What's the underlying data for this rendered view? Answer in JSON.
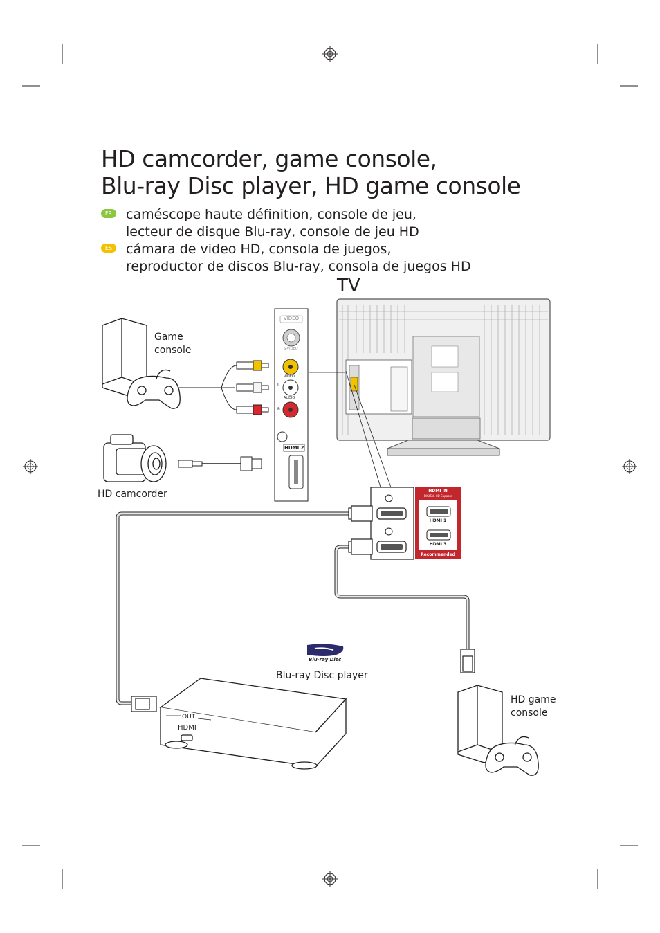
{
  "title": {
    "line1": "HD camcorder, game console,",
    "line2": "Blu-ray Disc player, HD game console"
  },
  "translations": [
    {
      "lang": "FR",
      "color": "#8cc63f",
      "line1": "caméscope haute définition, console de jeu,",
      "line2": "lecteur de disque Blu-ray, console de jeu HD"
    },
    {
      "lang": "ES",
      "color": "#f2c200",
      "line1": "cámara de video HD, consola de juegos,",
      "line2": "reproductor de discos Blu-ray, consola de juegos HD"
    }
  ],
  "labels": {
    "tv": "TV",
    "game_console_1": "Game",
    "game_console_2": "console",
    "hd_camcorder": "HD camcorder",
    "bluray_player": "Blu-ray Disc player",
    "hd_game_console_1": "HD game",
    "hd_game_console_2": "console"
  },
  "tv_side_panel": {
    "video": "VIDEO",
    "svideo": "S-VIDEO",
    "video_jack": "VIDEO",
    "l": "L",
    "audio": "AUDIO",
    "r": "R",
    "hdmi2": "HDMI 2"
  },
  "hdmi_panel": {
    "header": "HDMI   IN",
    "subheader": "DIGITAL HD Capable",
    "port1": "HDMI  1",
    "port3": "HDMI  3",
    "footer": "Recommended",
    "accent": "#c1272d"
  },
  "bluray_player": {
    "out": "OUT",
    "hdmi": "HDMI",
    "logo_text": "Blu-ray Disc"
  },
  "icons": [
    "crop-mark",
    "registration-mark",
    "game-console-icon",
    "gamepad-icon",
    "camcorder-icon",
    "bluray-logo-icon",
    "hdmi-plug-icon",
    "rca-plug-icon"
  ]
}
